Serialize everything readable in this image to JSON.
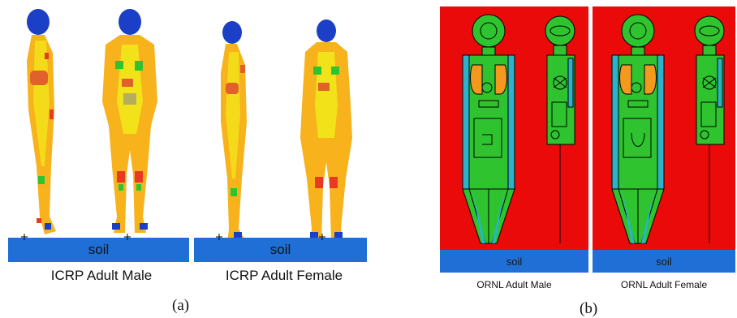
{
  "figure": {
    "panel_a": {
      "label": "(a)",
      "soil_label": "soil",
      "phantoms": [
        {
          "caption": "ICRP Adult Male"
        },
        {
          "caption": "ICRP Adult Female"
        }
      ]
    },
    "panel_b": {
      "label": "(b)",
      "soil_label": "soil",
      "phantoms": [
        {
          "caption": "ORNL Adult Male"
        },
        {
          "caption": "ORNL Adult Female"
        }
      ]
    }
  },
  "colors": {
    "soil": "#1f6fd6",
    "background_b": "#ea0a0a",
    "phantom_green": "#2fc42f",
    "phantom_cyan": "#2bb3c9",
    "organ_orange": "#f39a1e",
    "voxel_yellow": "#f2e21a",
    "voxel_orange": "#f7b21c"
  }
}
